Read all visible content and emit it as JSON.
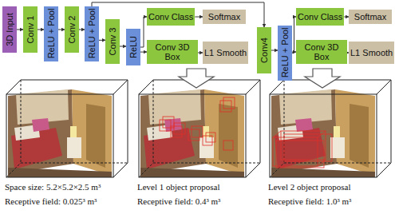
{
  "diagram": {
    "nodes": [
      {
        "text": [
          "3D Input"
        ]
      },
      {
        "text": [
          "Conv 1"
        ]
      },
      {
        "text": [
          "ReLU + Pool"
        ]
      },
      {
        "text": [
          "Conv 2"
        ]
      },
      {
        "text": [
          "ReLU + Pool"
        ]
      },
      {
        "text": [
          "Conv 3"
        ]
      },
      {
        "text": [
          "ReLU"
        ]
      },
      {
        "text": [
          "Conv Class"
        ]
      },
      {
        "text": [
          "Softmax"
        ]
      },
      {
        "text": [
          "Conv 3D Box"
        ]
      },
      {
        "text": [
          "L1 Smooth"
        ]
      },
      {
        "text": [
          "Conv4"
        ]
      },
      {
        "text": [
          "ReLU + Pool"
        ]
      },
      {
        "text": [
          "Conv Class"
        ]
      },
      {
        "text": [
          "Softmax"
        ]
      },
      {
        "text": [
          "Conv 3D Box"
        ]
      },
      {
        "text": [
          "L1 Smooth"
        ]
      }
    ],
    "edges": [
      {
        "from": 0,
        "to": 1,
        "arrow": "to"
      },
      {
        "from": 1,
        "to": 2,
        "arrow": "to"
      },
      {
        "from": 2,
        "to": 3,
        "arrow": "to"
      },
      {
        "from": 3,
        "to": 4,
        "arrow": "to"
      },
      {
        "from": 4,
        "to": 5,
        "arrow": "to"
      },
      {
        "from": 5,
        "to": 6,
        "arrow": "to"
      },
      {
        "from": 6,
        "to": 7,
        "arrow": "to"
      },
      {
        "from": 6,
        "to": 9,
        "arrow": "to"
      },
      {
        "from": 7,
        "to": 8,
        "arrow": "to"
      },
      {
        "from": 9,
        "to": 10,
        "arrow": "to"
      },
      {
        "from": 4,
        "to": 11,
        "arrow": "to"
      },
      {
        "from": 11,
        "to": 12,
        "arrow": "to"
      },
      {
        "from": 12,
        "to": 13,
        "arrow": "to"
      },
      {
        "from": 12,
        "to": 15,
        "arrow": "to"
      },
      {
        "from": 13,
        "to": 14,
        "arrow": "to"
      },
      {
        "from": 15,
        "to": 16,
        "arrow": "to"
      }
    ],
    "labels": [
      "Space size: 5.2×5.2×2.5 m³",
      "Receptive field: 0.025³ m³",
      "Level 1 object proposal",
      "Receptive field: 0.4³ m³",
      "Level 2 object proposal",
      "Receptive field: 1.0³ m³"
    ]
  }
}
